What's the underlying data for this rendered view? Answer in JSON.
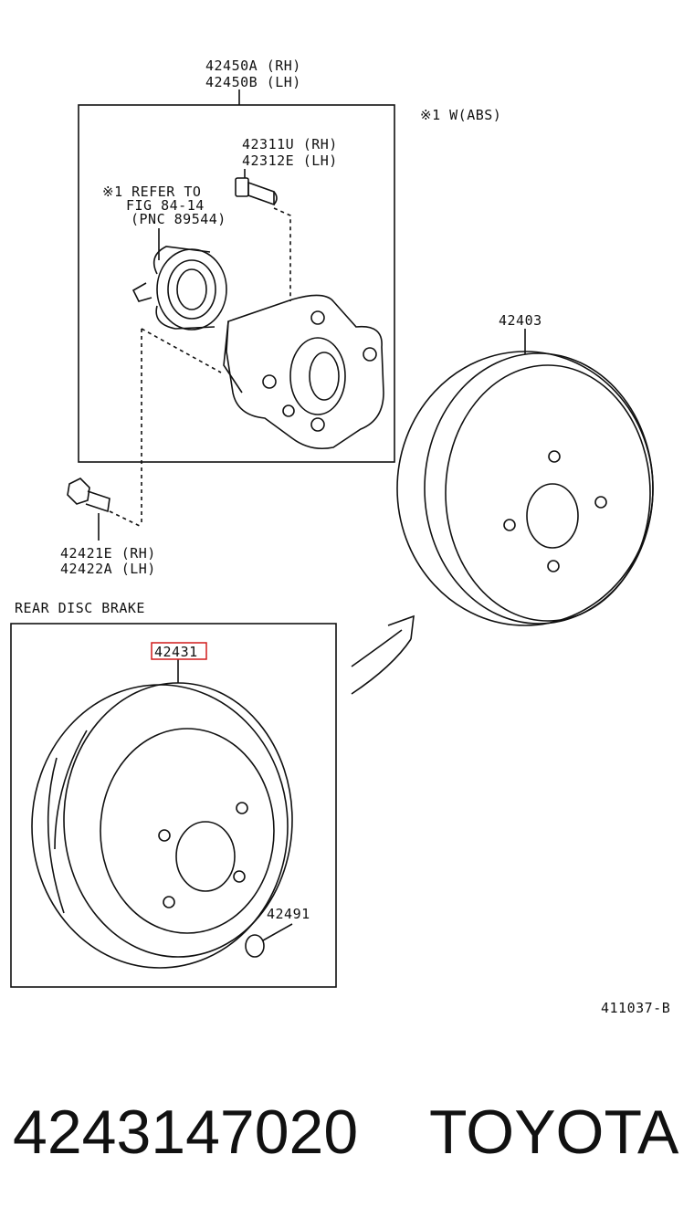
{
  "diagram": {
    "hub_assembly": {
      "part_rh": "42450A (RH)",
      "part_lh": "42450B (LH)"
    },
    "note_abs": "※1 W(ABS)",
    "hub_bolt": {
      "part_rh": "42311U (RH)",
      "part_lh": "42312E (LH)"
    },
    "refer": {
      "line1": "※1 REFER TO",
      "line2": "FIG 84-14",
      "line3": "(PNC 89544)"
    },
    "drum": {
      "part": "42403"
    },
    "bolt": {
      "part_rh": "42421E (RH)",
      "part_lh": "42422A (LH)"
    },
    "rear_disc": {
      "title": "REAR DISC BRAKE",
      "part": "42431"
    },
    "plug": {
      "part": "42491"
    },
    "figure_code": "411037-B"
  },
  "caption": {
    "part_number": "4243147020",
    "brand": "TOYOTA"
  },
  "colors": {
    "highlight": "#d01c1c",
    "ink": "#111111"
  }
}
